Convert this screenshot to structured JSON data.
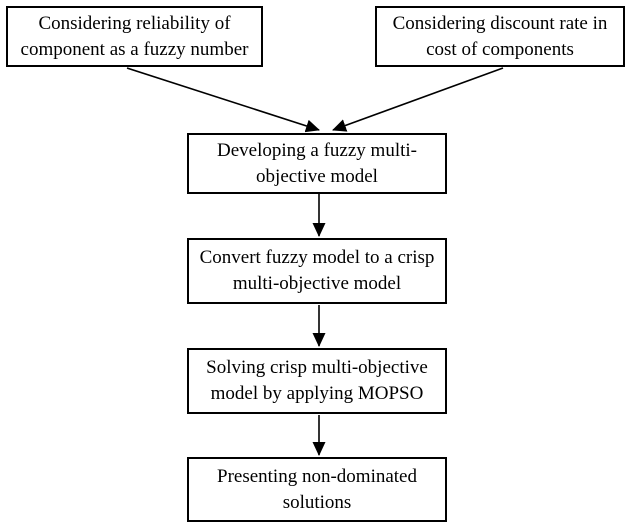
{
  "diagram": {
    "type": "flowchart",
    "colors": {
      "background": "#ffffff",
      "stroke": "#000000",
      "text": "#000000"
    },
    "nodes": [
      {
        "id": "reliability-fuzzy",
        "label": "Considering reliability of\ncomponent as a fuzzy number"
      },
      {
        "id": "discount-rate",
        "label": "Considering discount rate in\ncost of components"
      },
      {
        "id": "develop-fuzzy-model",
        "label": "Developing a fuzzy multi-\nobjective model"
      },
      {
        "id": "convert-crisp-model",
        "label": "Convert fuzzy model to a crisp\nmulti-objective model"
      },
      {
        "id": "solve-mopso",
        "label": "Solving crisp multi-objective\nmodel by applying MOPSO"
      },
      {
        "id": "present-solutions",
        "label": "Presenting non-dominated\nsolutions"
      }
    ],
    "edges": [
      {
        "from": "reliability-fuzzy",
        "to": "develop-fuzzy-model"
      },
      {
        "from": "discount-rate",
        "to": "develop-fuzzy-model"
      },
      {
        "from": "develop-fuzzy-model",
        "to": "convert-crisp-model"
      },
      {
        "from": "convert-crisp-model",
        "to": "solve-mopso"
      },
      {
        "from": "solve-mopso",
        "to": "present-solutions"
      }
    ]
  }
}
